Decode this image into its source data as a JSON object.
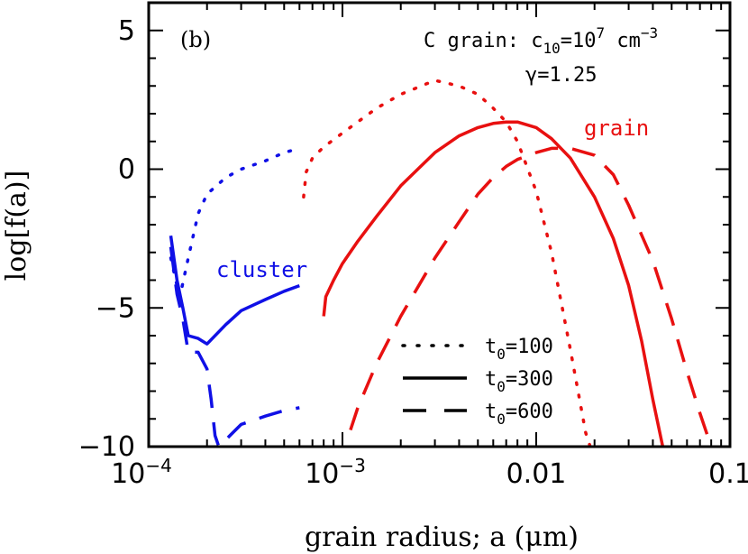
{
  "chart_data": {
    "type": "line",
    "panel_label": "(b)",
    "annotation_line1_prefix": "C grain: c",
    "annotation_line1_sub": "10",
    "annotation_line1_mid": "=10",
    "annotation_line1_sup": "7",
    "annotation_line1_unit": " cm",
    "annotation_line1_unit_sup": "−3",
    "annotation_line2": "γ=1.25",
    "xlabel": "grain radius; a (μm)",
    "ylabel": "log[f(a)]",
    "x_scale": "log",
    "xlim": [
      0.0001,
      0.1
    ],
    "ylim": [
      -10,
      6
    ],
    "x_ticks": [
      {
        "value": 0.0001,
        "base": "10",
        "exp": "−4"
      },
      {
        "value": 0.001,
        "base": "10",
        "exp": "−3"
      },
      {
        "value": 0.01,
        "text": "0.01"
      },
      {
        "value": 0.1,
        "text": "0.1"
      }
    ],
    "y_ticks": [
      {
        "value": 5,
        "text": "5"
      },
      {
        "value": 0,
        "text": "0"
      },
      {
        "value": -5,
        "text": "−5"
      },
      {
        "value": -10,
        "text": "−10"
      }
    ],
    "label_cluster": "cluster",
    "label_grain": "grain",
    "colors": {
      "cluster": "#1010e6",
      "grain": "#e81010",
      "axis": "#000000"
    },
    "legend": [
      {
        "style": "dotted",
        "prefix": "t",
        "sub": "0",
        "suffix": "=100"
      },
      {
        "style": "solid",
        "prefix": "t",
        "sub": "0",
        "suffix": "=300"
      },
      {
        "style": "dashed",
        "prefix": "t",
        "sub": "0",
        "suffix": "=600"
      }
    ],
    "series": [
      {
        "group": "cluster",
        "style": "dotted",
        "points": [
          [
            0.00013,
            -3.2
          ],
          [
            0.00014,
            -4.2
          ],
          [
            0.000145,
            -4.6
          ],
          [
            0.00015,
            -4.1
          ],
          [
            0.00016,
            -3.2
          ],
          [
            0.00018,
            -1.6
          ],
          [
            0.0002,
            -0.9
          ],
          [
            0.00025,
            -0.3
          ],
          [
            0.0003,
            0.0
          ],
          [
            0.0004,
            0.3
          ],
          [
            0.0005,
            0.6
          ],
          [
            0.0006,
            0.75
          ]
        ]
      },
      {
        "group": "grain",
        "style": "dotted",
        "points": [
          [
            0.00063,
            -1.0
          ],
          [
            0.00065,
            -0.1
          ],
          [
            0.0007,
            0.4
          ],
          [
            0.0008,
            0.8
          ],
          [
            0.001,
            1.3
          ],
          [
            0.0015,
            2.2
          ],
          [
            0.002,
            2.7
          ],
          [
            0.003,
            3.2
          ],
          [
            0.004,
            3.0
          ],
          [
            0.005,
            2.7
          ],
          [
            0.006,
            2.2
          ],
          [
            0.007,
            1.7
          ],
          [
            0.008,
            1.0
          ],
          [
            0.01,
            -0.8
          ],
          [
            0.012,
            -3.0
          ],
          [
            0.015,
            -6.5
          ],
          [
            0.018,
            -9.5
          ],
          [
            0.019,
            -10.0
          ]
        ]
      },
      {
        "group": "cluster",
        "style": "solid",
        "points": [
          [
            0.00013,
            -2.4
          ],
          [
            0.00014,
            -4.0
          ],
          [
            0.00015,
            -5.0
          ],
          [
            0.00016,
            -6.0
          ],
          [
            0.00018,
            -6.1
          ],
          [
            0.0002,
            -6.3
          ],
          [
            0.00025,
            -5.6
          ],
          [
            0.0003,
            -5.1
          ],
          [
            0.0004,
            -4.7
          ],
          [
            0.0005,
            -4.4
          ],
          [
            0.0006,
            -4.2
          ]
        ]
      },
      {
        "group": "grain",
        "style": "solid",
        "points": [
          [
            0.0008,
            -5.3
          ],
          [
            0.00082,
            -4.6
          ],
          [
            0.0009,
            -4.0
          ],
          [
            0.001,
            -3.4
          ],
          [
            0.0012,
            -2.6
          ],
          [
            0.0015,
            -1.7
          ],
          [
            0.002,
            -0.6
          ],
          [
            0.003,
            0.6
          ],
          [
            0.004,
            1.2
          ],
          [
            0.005,
            1.5
          ],
          [
            0.006,
            1.65
          ],
          [
            0.007,
            1.7
          ],
          [
            0.008,
            1.7
          ],
          [
            0.01,
            1.5
          ],
          [
            0.012,
            1.1
          ],
          [
            0.015,
            0.4
          ],
          [
            0.02,
            -1.0
          ],
          [
            0.025,
            -2.5
          ],
          [
            0.03,
            -4.2
          ],
          [
            0.035,
            -6.2
          ],
          [
            0.04,
            -8.3
          ],
          [
            0.045,
            -10.0
          ]
        ]
      },
      {
        "group": "cluster",
        "style": "dashed",
        "points": [
          [
            0.00013,
            -2.8
          ],
          [
            0.00014,
            -4.5
          ],
          [
            0.00015,
            -5.4
          ],
          [
            0.00016,
            -6.6
          ],
          [
            0.00018,
            -6.6
          ],
          [
            0.0002,
            -7.2
          ],
          [
            0.00021,
            -8.3
          ],
          [
            0.00022,
            -9.6
          ],
          [
            0.00023,
            -10.0
          ],
          [
            0.0003,
            -9.2
          ],
          [
            0.0004,
            -8.9
          ],
          [
            0.0005,
            -8.7
          ],
          [
            0.0006,
            -8.6
          ]
        ]
      },
      {
        "group": "grain",
        "style": "dashed",
        "points": [
          [
            0.0011,
            -9.4
          ],
          [
            0.0012,
            -8.6
          ],
          [
            0.0015,
            -7.0
          ],
          [
            0.002,
            -5.3
          ],
          [
            0.003,
            -3.2
          ],
          [
            0.004,
            -1.9
          ],
          [
            0.005,
            -0.9
          ],
          [
            0.006,
            -0.3
          ],
          [
            0.007,
            0.1
          ],
          [
            0.008,
            0.35
          ],
          [
            0.01,
            0.6
          ],
          [
            0.012,
            0.75
          ],
          [
            0.015,
            0.75
          ],
          [
            0.02,
            0.5
          ],
          [
            0.025,
            -0.2
          ],
          [
            0.03,
            -1.3
          ],
          [
            0.04,
            -3.3
          ],
          [
            0.05,
            -5.4
          ],
          [
            0.06,
            -7.3
          ],
          [
            0.07,
            -8.8
          ],
          [
            0.08,
            -10.0
          ]
        ]
      }
    ]
  }
}
